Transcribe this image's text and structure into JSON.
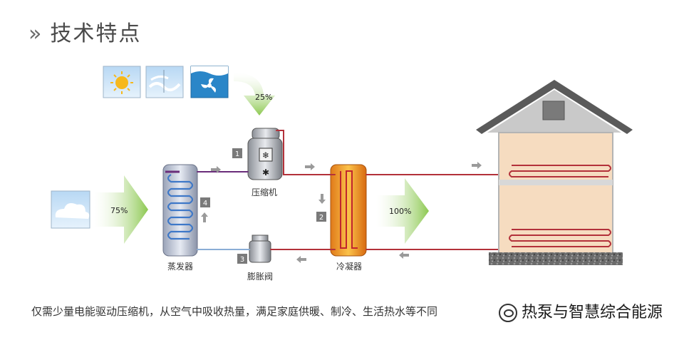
{
  "title": "技术特点",
  "percent_energy_input": "25%",
  "percent_air_heat": "75%",
  "percent_output": "100%",
  "steps": [
    "1",
    "2",
    "3",
    "4"
  ],
  "labels": {
    "compressor": "压缩机",
    "evaporator": "蒸发器",
    "condenser": "冷凝器",
    "expansion_valve": "膨胀阀"
  },
  "caption": "仅需少量电能驱动压缩机，从空气中吸收热量，满足家庭供暖、制冷、生活热水等不同",
  "watermark": "热泵与智慧综合能源",
  "colors": {
    "hot_pipe": "#b3313a",
    "cold_pipe": "#8aaed6",
    "arrow_green": "#9fd26a",
    "house_wall": "#f6dcc0"
  },
  "icons": [
    "chevron-right-icon",
    "sun-icon",
    "wind-icon",
    "fan-icon",
    "cloud-icon",
    "wechat-icon"
  ]
}
